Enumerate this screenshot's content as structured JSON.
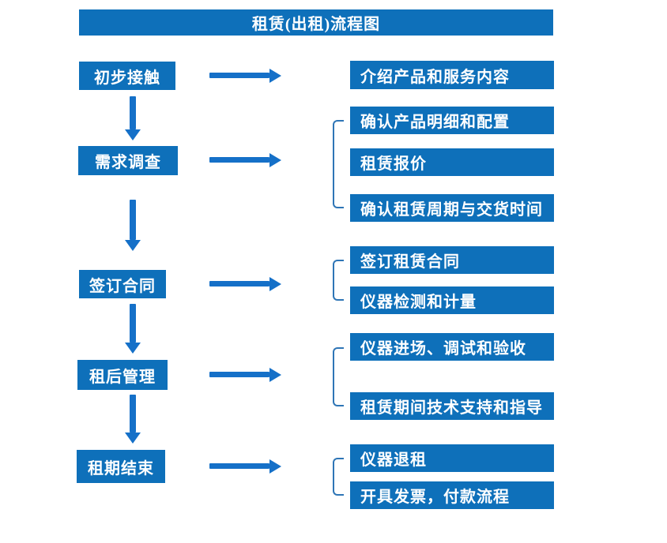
{
  "title": "租赁(出租)流程图",
  "colors": {
    "box_blue": "#0E70BA",
    "arrow_blue": "#1570C8",
    "bracket_blue": "#2E75B6",
    "text": "#FFFFFF",
    "background": "#FFFFFF"
  },
  "steps": [
    {
      "label": "初步接触",
      "details": [
        "介绍产品和服务内容"
      ]
    },
    {
      "label": "需求调查",
      "details": [
        "确认产品明细和配置",
        "租赁报价",
        "确认租赁周期与交货时间"
      ]
    },
    {
      "label": "签订合同",
      "details": [
        "签订租赁合同",
        "仪器检测和计量"
      ]
    },
    {
      "label": "租后管理",
      "details": [
        "仪器进场、调试和验收",
        "租赁期间技术支持和指导"
      ]
    },
    {
      "label": "租期结束",
      "details": [
        "仪器退租",
        "开具发票，付款流程"
      ]
    }
  ]
}
